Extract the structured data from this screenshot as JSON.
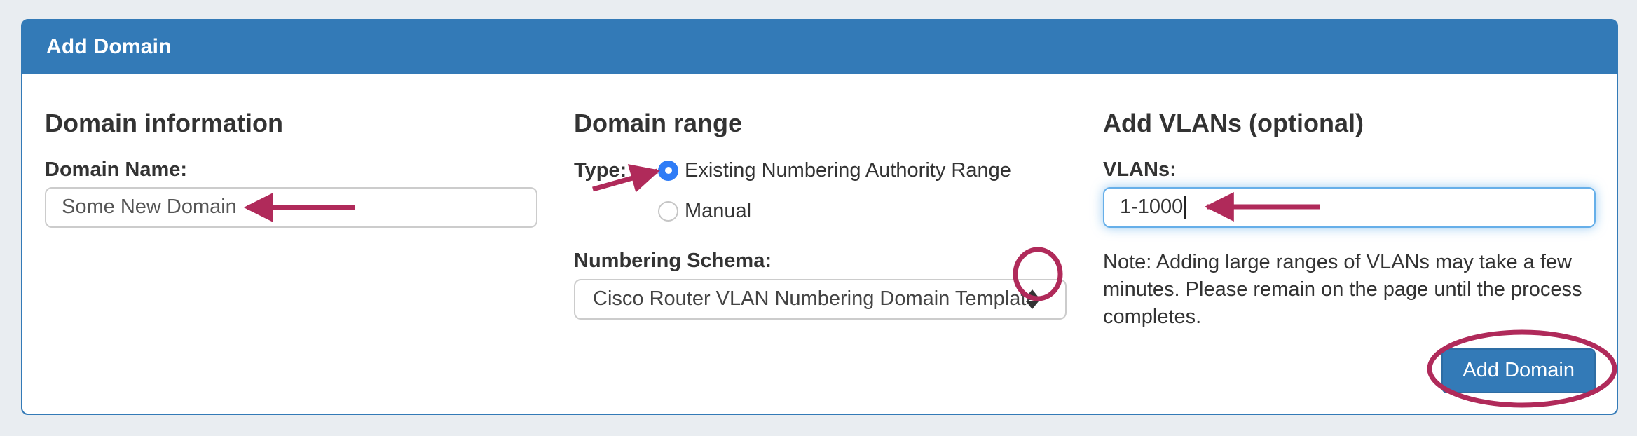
{
  "colors": {
    "primary": "#337ab7",
    "primary_border": "#2e6da4",
    "page_bg": "#e9edf1",
    "panel_border": "#337ab7",
    "annotation": "#b02a5a",
    "focus_border": "#66afe9",
    "radio_accent": "#2f7cf6"
  },
  "panel": {
    "title": "Add Domain"
  },
  "sections": {
    "domain_information": {
      "heading": "Domain information",
      "domain_name": {
        "label": "Domain Name:",
        "value": "Some New Domain"
      }
    },
    "domain_range": {
      "heading": "Domain range",
      "type": {
        "label": "Type:",
        "options": [
          {
            "label": "Existing Numbering Authority Range",
            "selected": true
          },
          {
            "label": "Manual",
            "selected": false
          }
        ]
      },
      "numbering_schema": {
        "label": "Numbering Schema:",
        "value": "Cisco Router VLAN Numbering Domain Template"
      }
    },
    "add_vlans": {
      "heading": "Add VLANs (optional)",
      "vlans": {
        "label": "VLANs:",
        "value": "1-1000"
      },
      "note": "Note: Adding large ranges of VLANs may take a few minutes. Please remain on the page until the process completes.",
      "button": {
        "label": "Add Domain"
      }
    }
  },
  "icons": {
    "numbering_schema_caret": "select-up-down-caret",
    "vlans_text_cursor": "text-caret"
  }
}
